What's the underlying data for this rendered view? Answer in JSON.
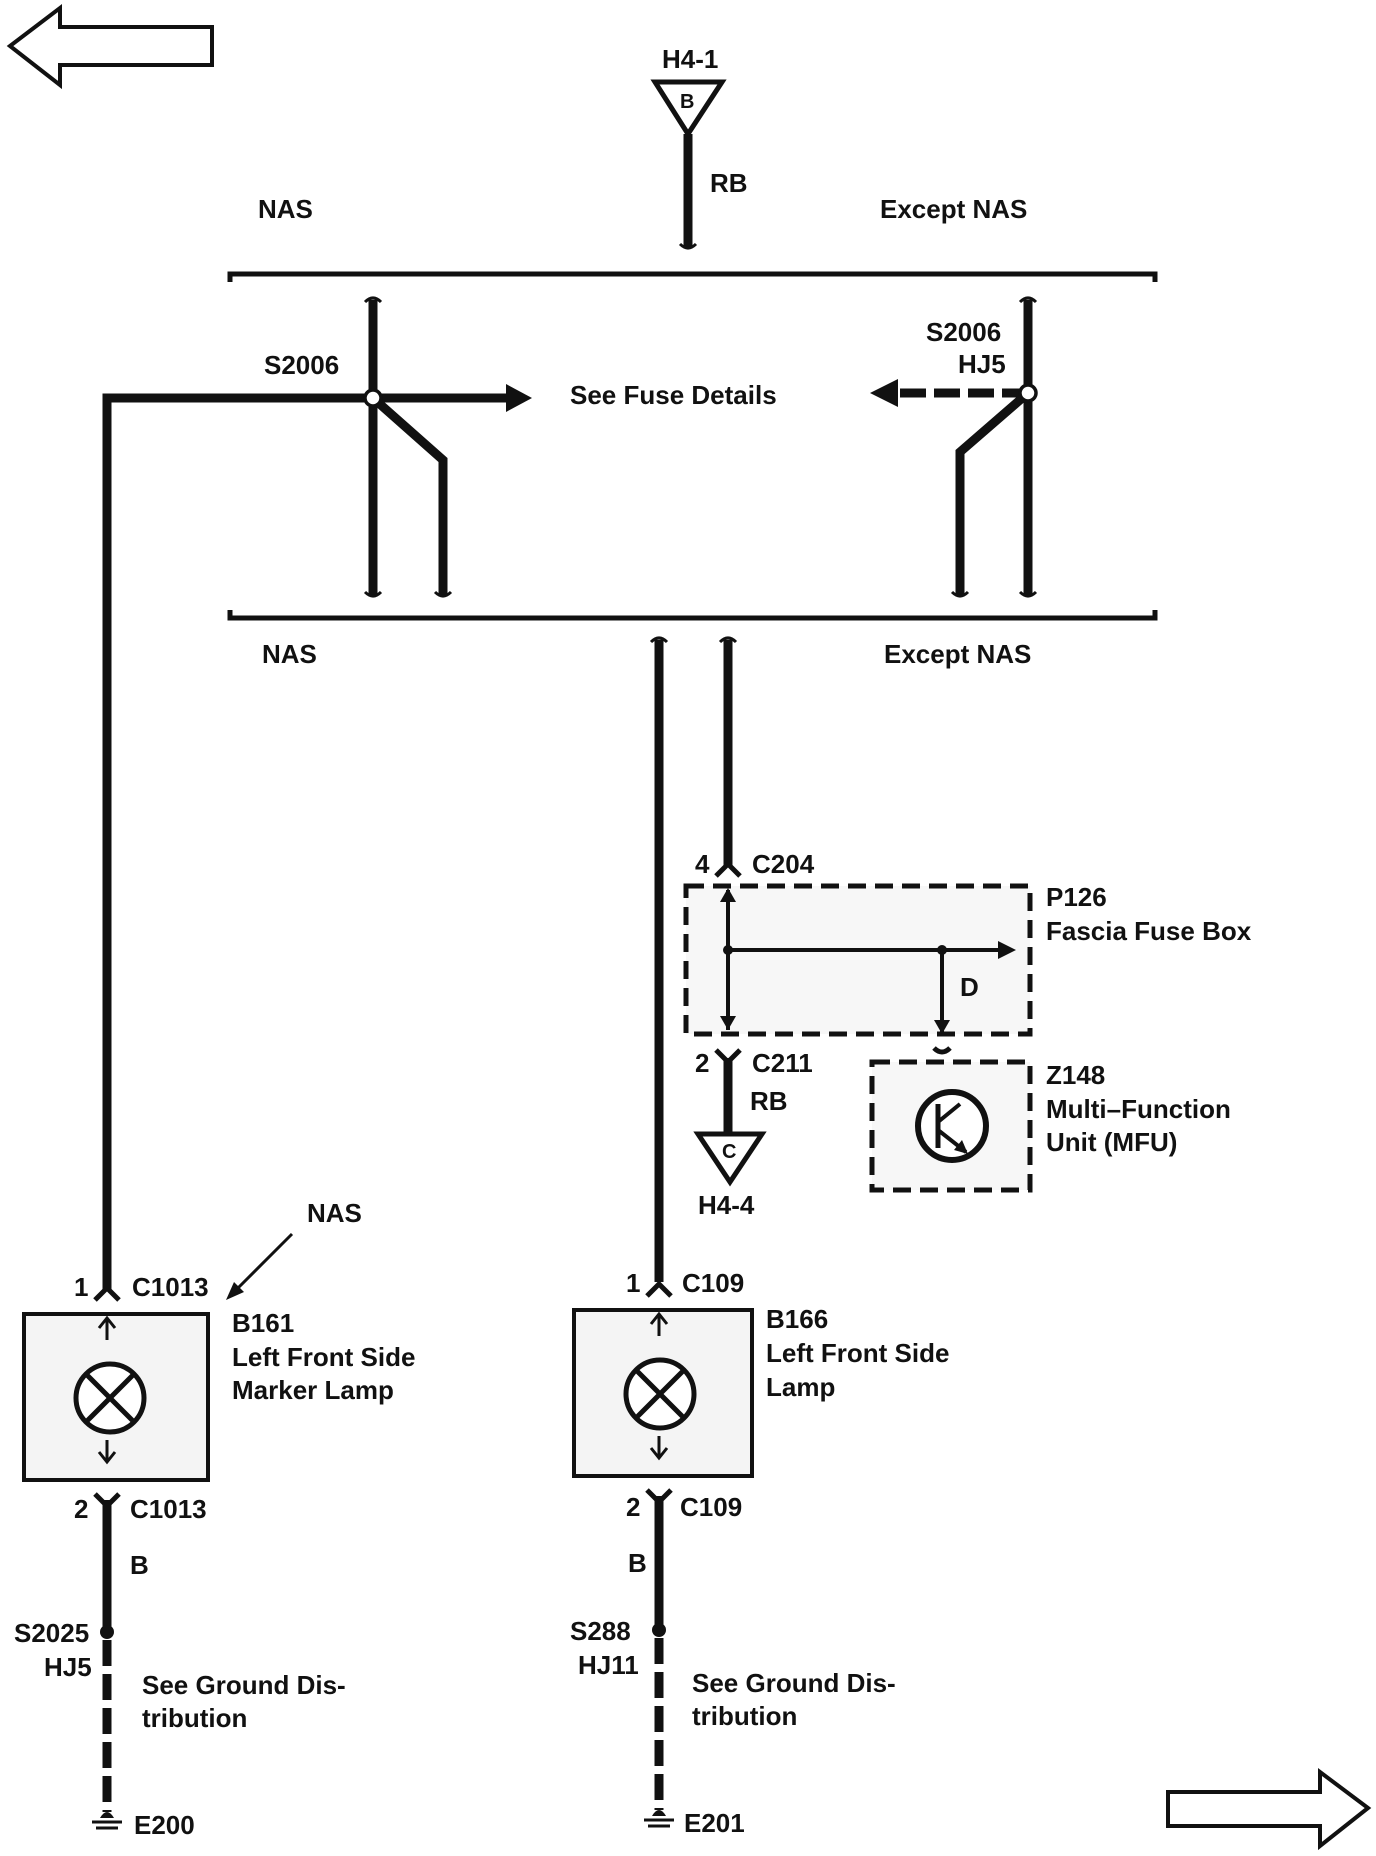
{
  "source": {
    "id": "H4-1",
    "pin": "B",
    "wire_color": "RB"
  },
  "harness_variants": {
    "top_left": "NAS",
    "top_right": "Except NAS",
    "bottom_left": "NAS",
    "bottom_right": "Except NAS"
  },
  "splices": {
    "left": {
      "id": "S2006"
    },
    "right": {
      "id": "S2006",
      "harness": "HJ5"
    }
  },
  "fuse_details": "See Fuse Details",
  "fuse_box": {
    "ref": "P126",
    "name": "Fascia Fuse Box",
    "in_pin": "4",
    "in_connector": "C204",
    "out_pin": "2",
    "out_connector": "C211",
    "internal_label": "D"
  },
  "mfu": {
    "ref": "Z148",
    "name_line1": "Multi–Function",
    "name_line2": "Unit (MFU)"
  },
  "fuse_box_output": {
    "wire_color": "RB",
    "pin": "C",
    "id": "H4-4"
  },
  "left_lamp": {
    "variant_note": "NAS",
    "pin_in": "1",
    "conn_in": "C1013",
    "ref": "B161",
    "name_line1": "Left Front Side",
    "name_line2": "Marker Lamp",
    "pin_out": "2",
    "conn_out": "C1013",
    "wire_color": "B",
    "splice": "S2025",
    "harness": "HJ5",
    "note_line1": "See Ground Dis-",
    "note_line2": "tribution",
    "ground": "E200"
  },
  "right_lamp": {
    "pin_in": "1",
    "conn_in": "C109",
    "ref": "B166",
    "name_line1": "Left Front Side",
    "name_line2": "Lamp",
    "pin_out": "2",
    "conn_out": "C109",
    "wire_color": "B",
    "splice": "S288",
    "harness": "HJ11",
    "note_line1": "See Ground Dis-",
    "note_line2": "tribution",
    "ground": "E201"
  },
  "nav": {
    "previous_icon": "left-arrow-icon",
    "next_icon": "right-arrow-icon"
  }
}
